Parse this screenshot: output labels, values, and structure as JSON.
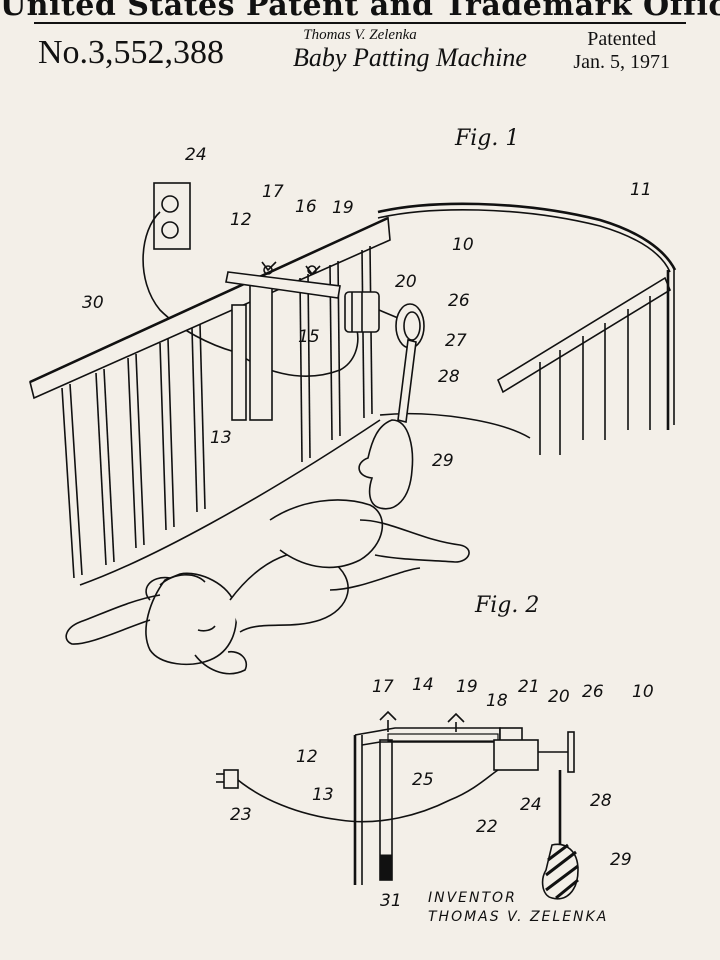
{
  "header": {
    "office": "United States Patent and Trademark Office",
    "patent_number": "No.3,552,388",
    "inventor": "Thomas V. Zelenka",
    "title": "Baby Patting Machine",
    "patented_label": "Patented",
    "patented_date": "Jan. 5, 1971"
  },
  "drawing": {
    "fig1_label": "Fig. 1",
    "fig2_label": "Fig. 2",
    "fig1_refs": [
      "24",
      "17",
      "12",
      "16",
      "19",
      "11",
      "10",
      "30",
      "20",
      "26",
      "15",
      "27",
      "28",
      "13",
      "29"
    ],
    "fig2_refs": [
      "17",
      "14",
      "19",
      "21",
      "20",
      "26",
      "10",
      "18",
      "12",
      "25",
      "13",
      "23",
      "24",
      "28",
      "22",
      "29",
      "31"
    ],
    "inventor_note_line1": "INVENTOR",
    "inventor_note_line2": "THOMAS V. ZELENKA"
  }
}
